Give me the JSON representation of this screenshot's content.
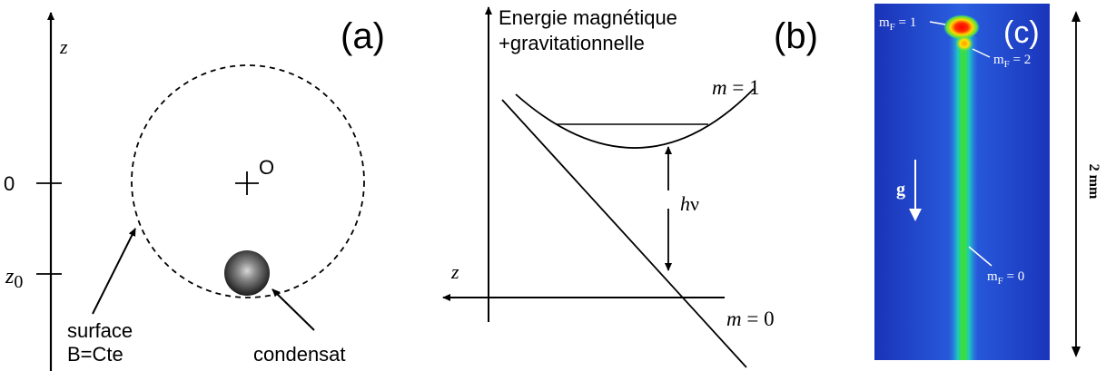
{
  "panel_a": {
    "label": "(a)",
    "z_axis_label": "z",
    "tick_zero": "0",
    "tick_z0": "z",
    "tick_z0_sub": "0",
    "origin_label": "O",
    "surface_line1": "surface",
    "surface_line2": "B=Cte",
    "condensate_label": "condensat"
  },
  "panel_b": {
    "label": "(b)",
    "title_line1": "Energie magnétique",
    "title_line2": "+gravitationnelle",
    "m1_var": "m",
    "m1_rest": " = 1",
    "m0_var": "m",
    "m0_rest": " = 0",
    "h": "h",
    "nu": "ν",
    "z_label": "z"
  },
  "panel_c": {
    "label": "(c)",
    "mF1": "m",
    "mF1_sub": "F",
    "mF1_val": " = 1",
    "mF2": "m",
    "mF2_sub": "F",
    "mF2_val": " = 2",
    "mF0": "m",
    "mF0_sub": "F",
    "mF0_val": " = 0",
    "g_label": "g",
    "scale_label": "2 mm"
  }
}
